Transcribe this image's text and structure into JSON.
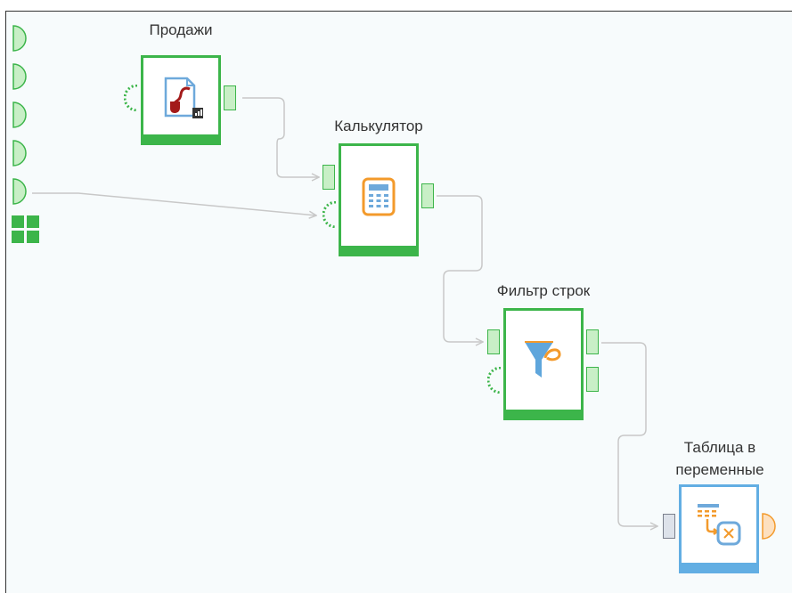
{
  "nodes": {
    "sales": {
      "label": "Продажи",
      "icon": "file-import-icon",
      "color": "#3cb54a"
    },
    "calculator": {
      "label": "Калькулятор",
      "icon": "calculator-icon",
      "color": "#3cb54a"
    },
    "row_filter": {
      "label": "Фильтр строк",
      "icon": "funnel-filter-icon",
      "color": "#3cb54a"
    },
    "table_to_vars": {
      "label_line1": "Таблица в",
      "label_line2": "переменные",
      "icon": "table-to-variables-icon",
      "color": "#62aee3"
    }
  },
  "left_panel": {
    "input_ports": [
      "variable-port-icon",
      "variable-port-icon",
      "variable-port-icon",
      "variable-port-icon",
      "variable-port-icon"
    ],
    "grid_button": "grid-icon"
  },
  "colors": {
    "success_green": "#3cb54a",
    "port_fill": "#c8efc6",
    "variables_blue": "#62aee3",
    "accent_orange": "#f39a2b",
    "wire_gray": "#c8c8c8",
    "canvas_bg": "#f7fbfc"
  }
}
